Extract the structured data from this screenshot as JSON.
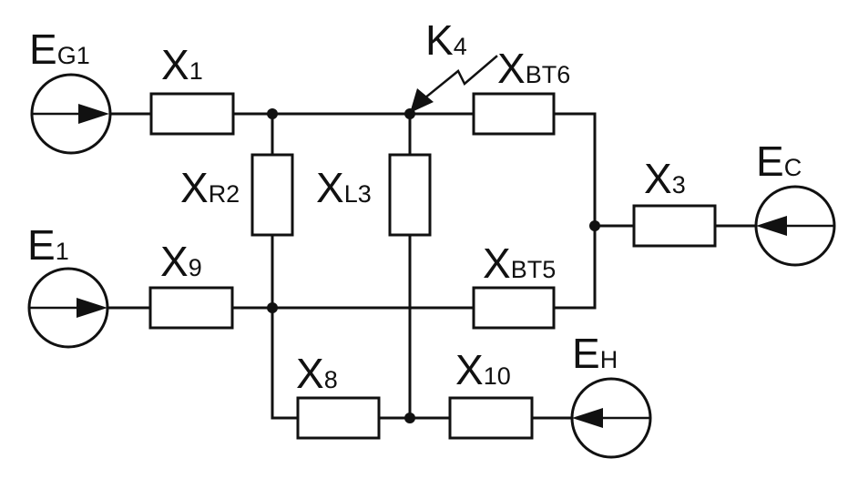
{
  "diagram": {
    "type": "electrical equivalent circuit",
    "colors": {
      "line": "#111111",
      "background": "#ffffff"
    },
    "sources": {
      "eg1": {
        "main": "E",
        "sub": "G1",
        "icon": "voltage-source-arrow-right"
      },
      "e1": {
        "main": "E",
        "sub": "1",
        "icon": "voltage-source-arrow-right"
      },
      "ec": {
        "main": "E",
        "sub": "C",
        "icon": "voltage-source-arrow-left"
      },
      "eh": {
        "main": "E",
        "sub": "H",
        "icon": "voltage-source-arrow-left"
      }
    },
    "resistors": {
      "x1": {
        "main": "X",
        "sub": "1"
      },
      "x9": {
        "main": "X",
        "sub": "9"
      },
      "xr2": {
        "main": "X",
        "sub": "R2"
      },
      "xl3": {
        "main": "X",
        "sub": "L3"
      },
      "xbt6": {
        "main": "X",
        "sub": "BT6"
      },
      "xbt5": {
        "main": "X",
        "sub": "BT5"
      },
      "x3": {
        "main": "X",
        "sub": "3"
      },
      "x8": {
        "main": "X",
        "sub": "8"
      },
      "x10": {
        "main": "X",
        "sub": "10"
      }
    },
    "fault": {
      "main": "K",
      "sub": "4",
      "icon": "lightning-fault-arrow"
    }
  }
}
